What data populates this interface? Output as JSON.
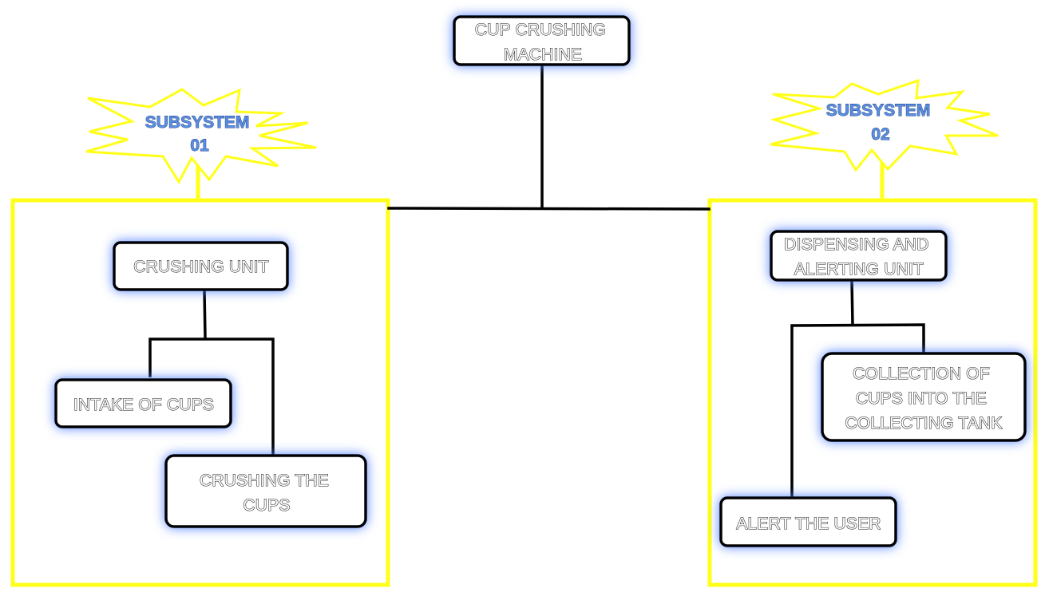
{
  "root": {
    "lines": [
      "CUP CRUSHING",
      "MACHINE"
    ]
  },
  "subsystems": [
    {
      "badge": {
        "lines": [
          "SUBSYSTEM",
          "01"
        ]
      },
      "unit": {
        "lines": [
          "CRUSHING UNIT"
        ]
      },
      "tasks": [
        {
          "lines": [
            "INTAKE OF CUPS"
          ]
        },
        {
          "lines": [
            "CRUSHING THE",
            "CUPS"
          ]
        }
      ]
    },
    {
      "badge": {
        "lines": [
          "SUBSYSTEM",
          "02"
        ]
      },
      "unit": {
        "lines": [
          "DISPENSING AND",
          "ALERTING UNIT"
        ]
      },
      "tasks": [
        {
          "lines": [
            "COLLECTION OF",
            "CUPS INTO THE",
            "COLLECTING TANK"
          ]
        },
        {
          "lines": [
            "ALERT THE USER"
          ]
        }
      ]
    }
  ],
  "colors": {
    "frame": "#ffff1a",
    "glow": "#4d7dff",
    "badge_text": "#5b8ee0"
  }
}
